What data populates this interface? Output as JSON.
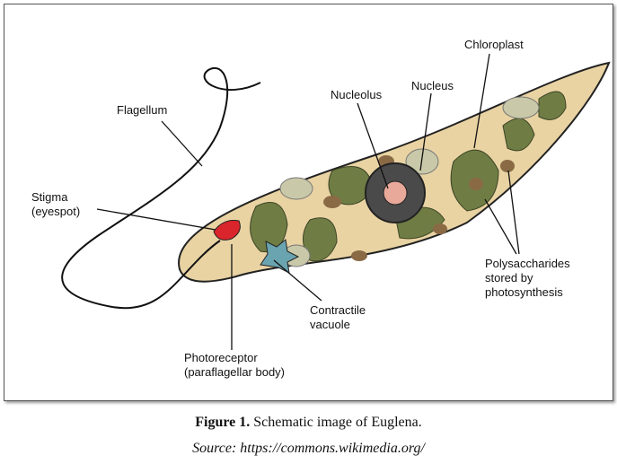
{
  "labels": {
    "chloroplast": "Chloroplast",
    "nucleus": "Nucleus",
    "nucleolus": "Nucleolus",
    "flagellum": "Flagellum",
    "stigma": "Stigma",
    "stigma_sub": "(eyespot)",
    "polysaccharides_1": "Polysaccharides",
    "polysaccharides_2": "stored by",
    "polysaccharides_3": "photosynthesis",
    "contractile_1": "Contractile",
    "contractile_2": "vacuole",
    "photoreceptor_1": "Photoreceptor",
    "photoreceptor_2": "(paraflagellar body)"
  },
  "caption": {
    "figure_label": "Figure 1.",
    "text": " Schematic image of Euglena.",
    "source": "Source: https://commons.wikimedia.org/"
  },
  "colors": {
    "cytoplasm": "#e9d3a3",
    "chloroplast": "#6f7d45",
    "stigma": "#d9252b",
    "nucleus": "#4a4a4a",
    "nucleolus": "#e8a89a",
    "vacuole": "#6aa4b0"
  }
}
